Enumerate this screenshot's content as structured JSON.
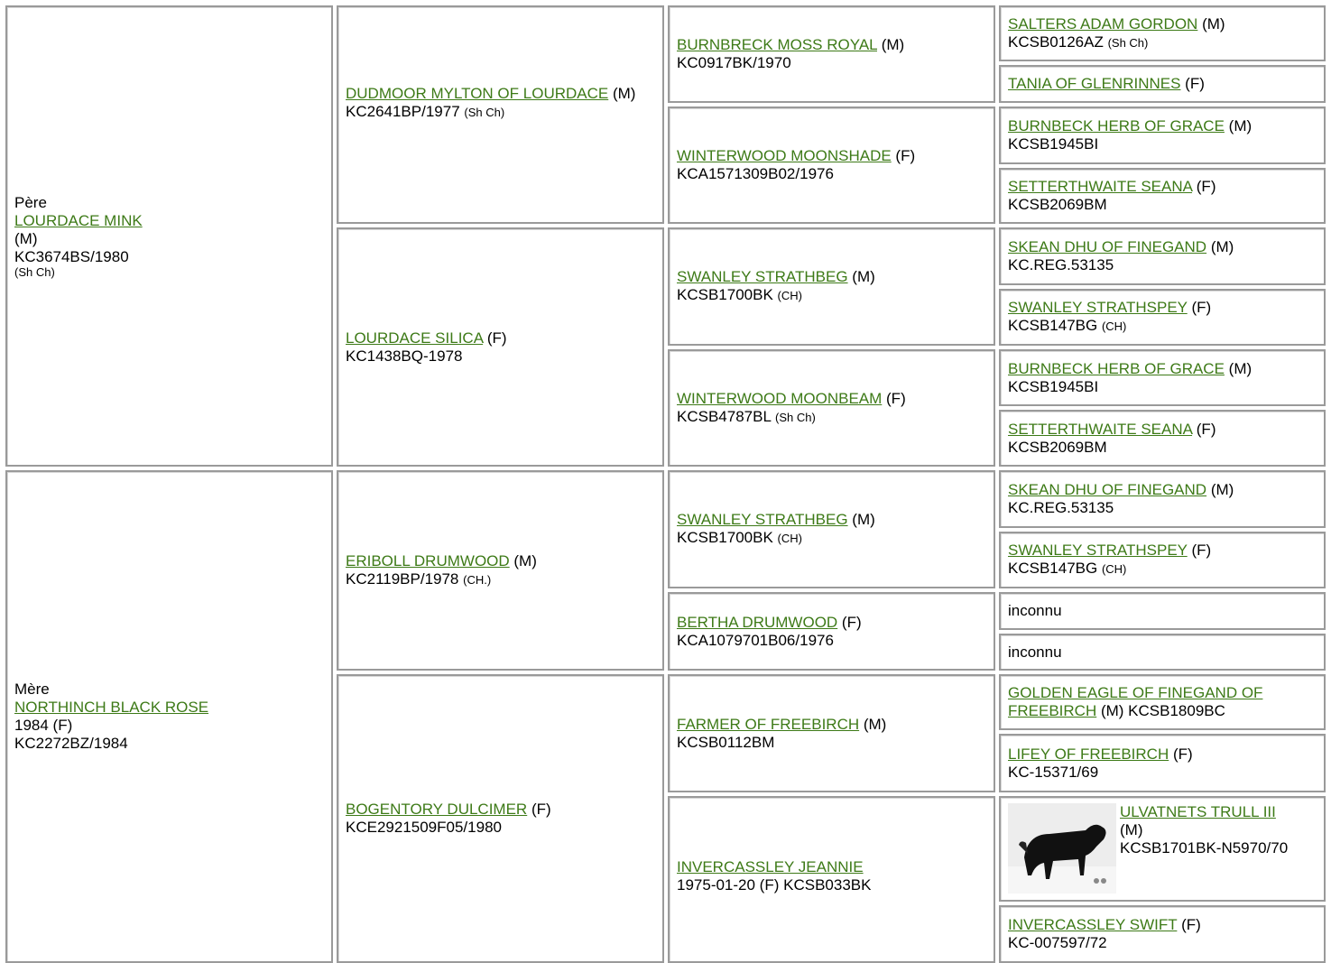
{
  "father": {
    "role": "Père",
    "name": "LOURDACE MINK",
    "sex": "(M)",
    "reg": "KC3674BS/1980",
    "title": "(Sh Ch)"
  },
  "mother": {
    "role": "Mère",
    "name": "NORTHINCH BLACK ROSE",
    "extra": "1984 (F)",
    "reg": "KC2272BZ/1984"
  },
  "gen2": [
    {
      "name": "DUDMOOR MYLTON OF LOURDACE",
      "info": " (M) KC2641BP/1977 ",
      "title": "(Sh Ch)"
    },
    {
      "name": "LOURDACE SILICA",
      "sex": " (F)",
      "reg": "KC1438BQ-1978"
    },
    {
      "name": "ERIBOLL DRUMWOOD",
      "sex": " (M)",
      "reg": "KC2119BP/1978 ",
      "title": "(CH.)"
    },
    {
      "name": "BOGENTORY DULCIMER",
      "sex": " (F)",
      "reg": "KCE2921509F05/1980"
    }
  ],
  "gen3": [
    {
      "name": "BURNBRECK MOSS ROYAL",
      "sex": " (M)",
      "reg": "KC0917BK/1970",
      "title": ""
    },
    {
      "name": "WINTERWOOD MOONSHADE",
      "sex": " (F)",
      "reg": "KCA1571309B02/1976",
      "title": ""
    },
    {
      "name": "SWANLEY STRATHBEG",
      "sex": " (M)",
      "reg": "KCSB1700BK ",
      "title": "(CH)"
    },
    {
      "name": "WINTERWOOD MOONBEAM",
      "sex": " (F)",
      "reg": "KCSB4787BL ",
      "title": "(Sh Ch)"
    },
    {
      "name": "SWANLEY STRATHBEG",
      "sex": " (M)",
      "reg": "KCSB1700BK ",
      "title": "(CH)"
    },
    {
      "name": "BERTHA DRUMWOOD",
      "sex": " (F)",
      "reg": "KCA1079701B06/1976",
      "title": ""
    },
    {
      "name": "FARMER OF FREEBIRCH",
      "sex": " (M)",
      "reg": "KCSB0112BM",
      "title": ""
    },
    {
      "name": "INVERCASSLEY JEANNIE",
      "sex": "",
      "reg": "1975-01-20 (F) KCSB033BK",
      "title": ""
    }
  ],
  "gen4": [
    {
      "name": "SALTERS ADAM GORDON",
      "sex": " (M)",
      "reg": "KCSB0126AZ ",
      "title": "(Sh Ch)"
    },
    {
      "name": "TANIA OF GLENRINNES",
      "sex": " (F)",
      "reg": "",
      "title": ""
    },
    {
      "name": "BURNBECK HERB OF GRACE",
      "sex": " (M)",
      "reg": "KCSB1945BI",
      "title": ""
    },
    {
      "name": "SETTERTHWAITE SEANA",
      "sex": " (F)",
      "reg": "KCSB2069BM",
      "title": ""
    },
    {
      "name": "SKEAN DHU OF FINEGAND",
      "sex": " (M)",
      "reg": "KC.REG.53135",
      "title": ""
    },
    {
      "name": "SWANLEY STRATHSPEY",
      "sex": " (F)",
      "reg": "KCSB147BG ",
      "title": "(CH)"
    },
    {
      "name": "BURNBECK HERB OF GRACE",
      "sex": " (M)",
      "reg": "KCSB1945BI",
      "title": ""
    },
    {
      "name": "SETTERTHWAITE SEANA",
      "sex": " (F)",
      "reg": "KCSB2069BM",
      "title": ""
    },
    {
      "name": "SKEAN DHU OF FINEGAND",
      "sex": " (M)",
      "reg": "KC.REG.53135",
      "title": ""
    },
    {
      "name": "SWANLEY STRATHSPEY",
      "sex": " (F)",
      "reg": "KCSB147BG ",
      "title": "(CH)"
    },
    {
      "unknown": "inconnu"
    },
    {
      "unknown": "inconnu"
    },
    {
      "name": "GOLDEN EAGLE OF FINEGAND OF FREEBIRCH",
      "sex": " (M) ",
      "reg": "KCSB1809BC",
      "title": ""
    },
    {
      "name": "LIFEY OF FREEBIRCH",
      "sex": " (F)",
      "reg": "KC-15371/69",
      "title": ""
    },
    {
      "name": "ULVATNETS TRULL III",
      "sex": "(M)",
      "reg": "KCSB1701BK-N5970/70",
      "title": ""
    },
    {
      "name": "INVERCASSLEY SWIFT",
      "sex": " (F)",
      "reg": "KC-007597/72",
      "title": ""
    }
  ]
}
